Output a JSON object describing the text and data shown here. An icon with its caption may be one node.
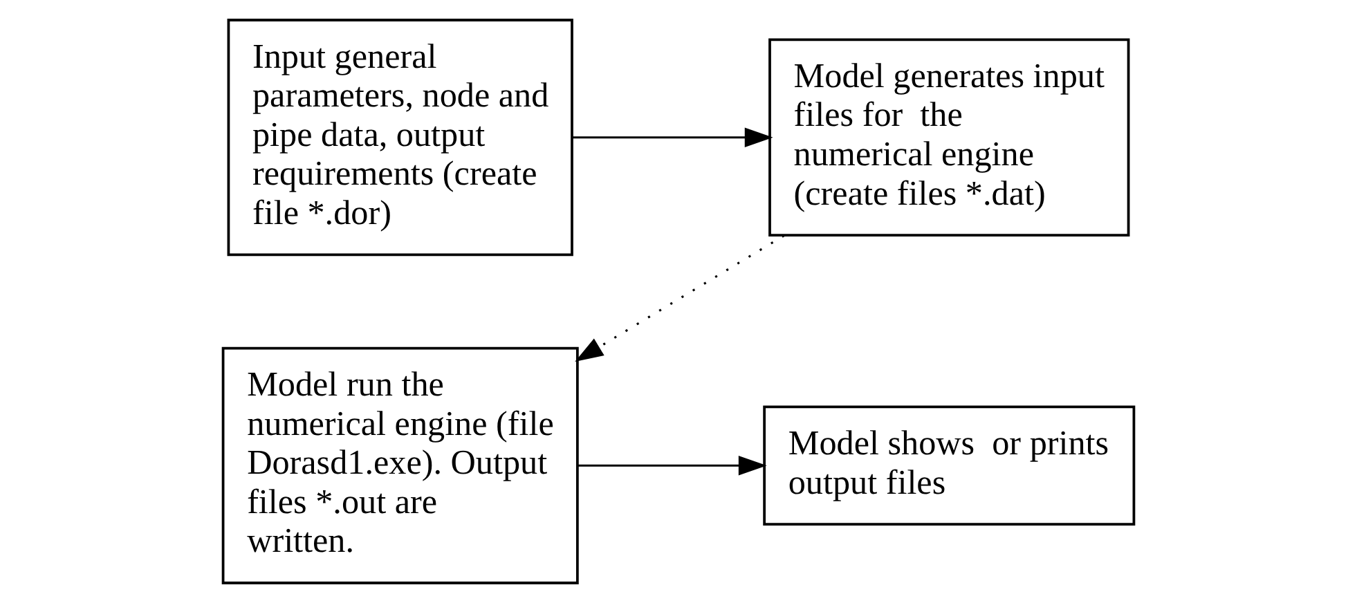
{
  "diagram": {
    "nodes": [
      {
        "text": [
          "Input general parameters, node and pipe data, output requirements (create file *.dor)"
        ]
      },
      {
        "text": [
          "Model generates input files for  the numerical engine (create files *.dat)"
        ]
      },
      {
        "text": [
          "Model run the numerical engine (file Dorasd1.exe). Output files *.out are written."
        ]
      },
      {
        "text": [
          "Model shows  or prints output files"
        ]
      }
    ],
    "edges": [
      {
        "from": 0,
        "to": 1,
        "arrow": "to"
      },
      {
        "from": 1,
        "to": 2,
        "arrow": "to",
        "style": "dashed"
      },
      {
        "from": 2,
        "to": 3,
        "arrow": "to"
      }
    ]
  }
}
